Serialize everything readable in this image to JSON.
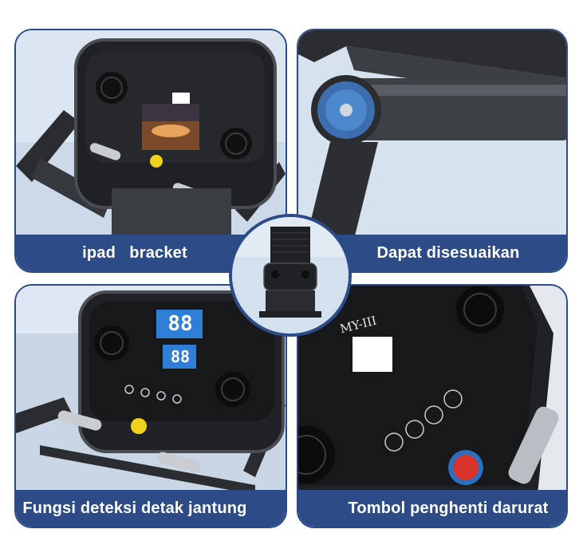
{
  "panels": {
    "ipad_bracket": {
      "caption": "ipad   bracket"
    },
    "adjustable": {
      "caption": "Dapat disesuaikan"
    },
    "heart_rate": {
      "caption": "Fungsi deteksi detak jantung",
      "display_top": "88",
      "display_bottom": "88"
    },
    "emergency_stop": {
      "caption": "Tombol penghenti darurat",
      "brand": "MY-III"
    }
  },
  "colors": {
    "caption_bar": "#2c4b87",
    "border": "#2b4a86",
    "background": "#cfdcea",
    "console": "#1f2124",
    "display_blue": "#2f7fd6",
    "stop_red": "#d8332b",
    "heart_yellow": "#f1d21a"
  }
}
